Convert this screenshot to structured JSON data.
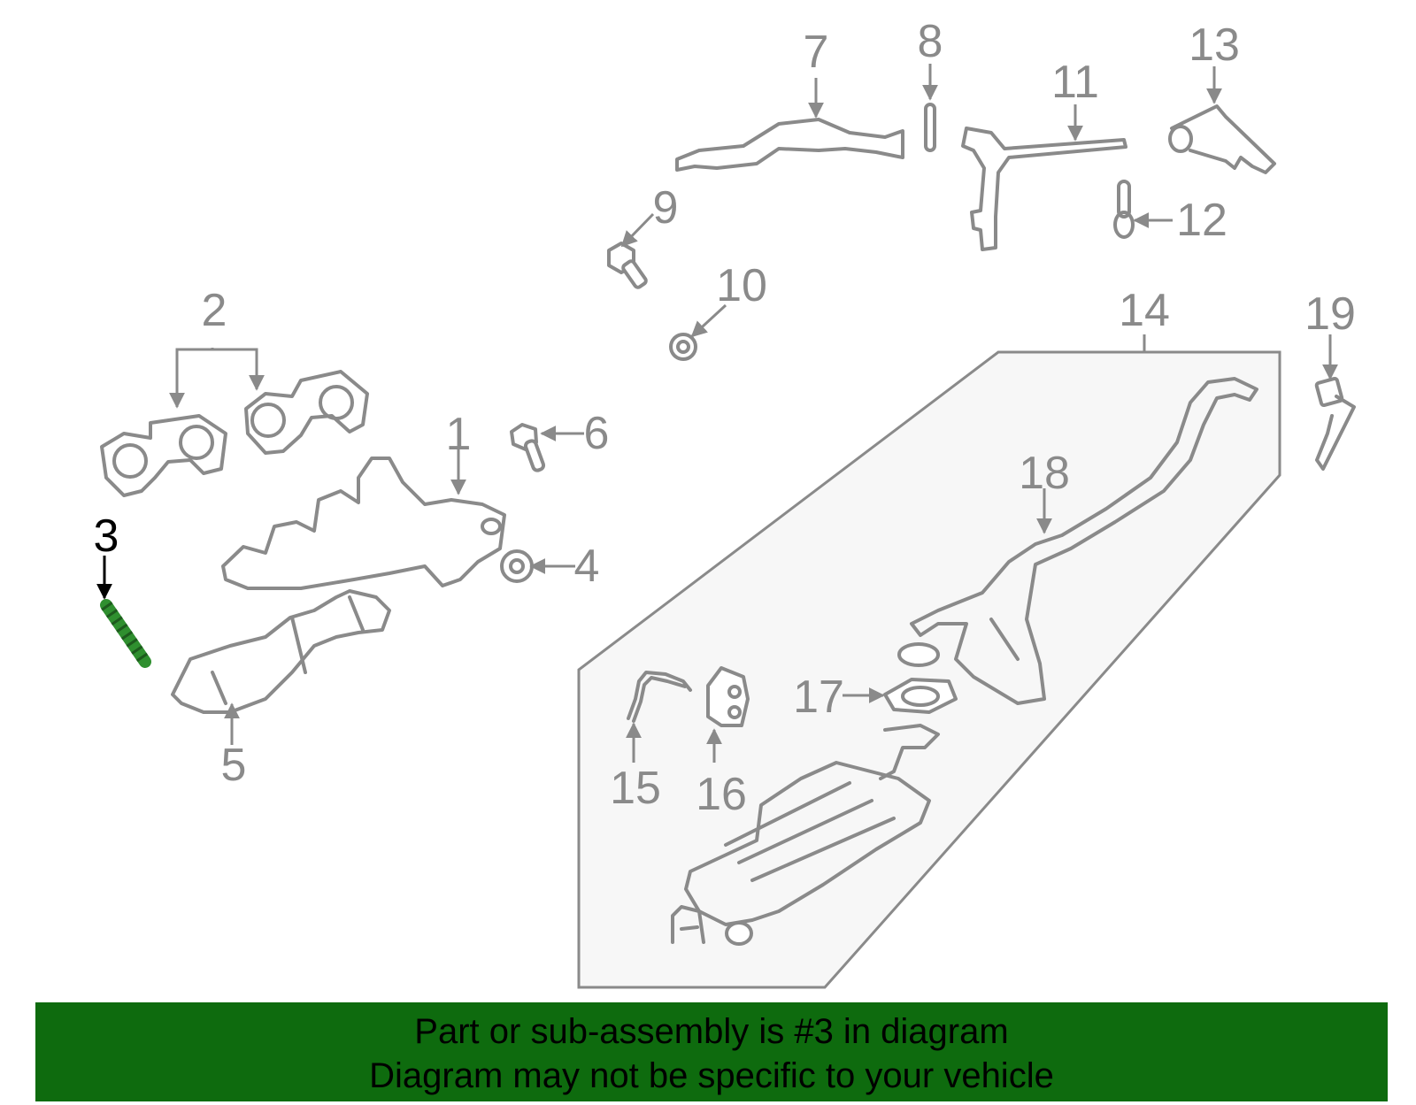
{
  "diagram": {
    "highlighted_part": "3",
    "colors": {
      "line": "#8a8a8a",
      "highlight_part": "#2f8f2f",
      "highlight_label": "#000000",
      "panel_fill": "#f7f7f7",
      "banner_bg": "#0e6b0e"
    },
    "callouts": [
      {
        "id": "1",
        "label": "1"
      },
      {
        "id": "2",
        "label": "2"
      },
      {
        "id": "3",
        "label": "3"
      },
      {
        "id": "4",
        "label": "4"
      },
      {
        "id": "5",
        "label": "5"
      },
      {
        "id": "6",
        "label": "6"
      },
      {
        "id": "7",
        "label": "7"
      },
      {
        "id": "8",
        "label": "8"
      },
      {
        "id": "9",
        "label": "9"
      },
      {
        "id": "10",
        "label": "10"
      },
      {
        "id": "11",
        "label": "11"
      },
      {
        "id": "12",
        "label": "12"
      },
      {
        "id": "13",
        "label": "13"
      },
      {
        "id": "14",
        "label": "14"
      },
      {
        "id": "15",
        "label": "15"
      },
      {
        "id": "16",
        "label": "16"
      },
      {
        "id": "17",
        "label": "17"
      },
      {
        "id": "18",
        "label": "18"
      },
      {
        "id": "19",
        "label": "19"
      }
    ]
  },
  "banner": {
    "line1": "Part or sub-assembly is #3 in diagram",
    "line2": "Diagram may not be specific to your vehicle"
  }
}
